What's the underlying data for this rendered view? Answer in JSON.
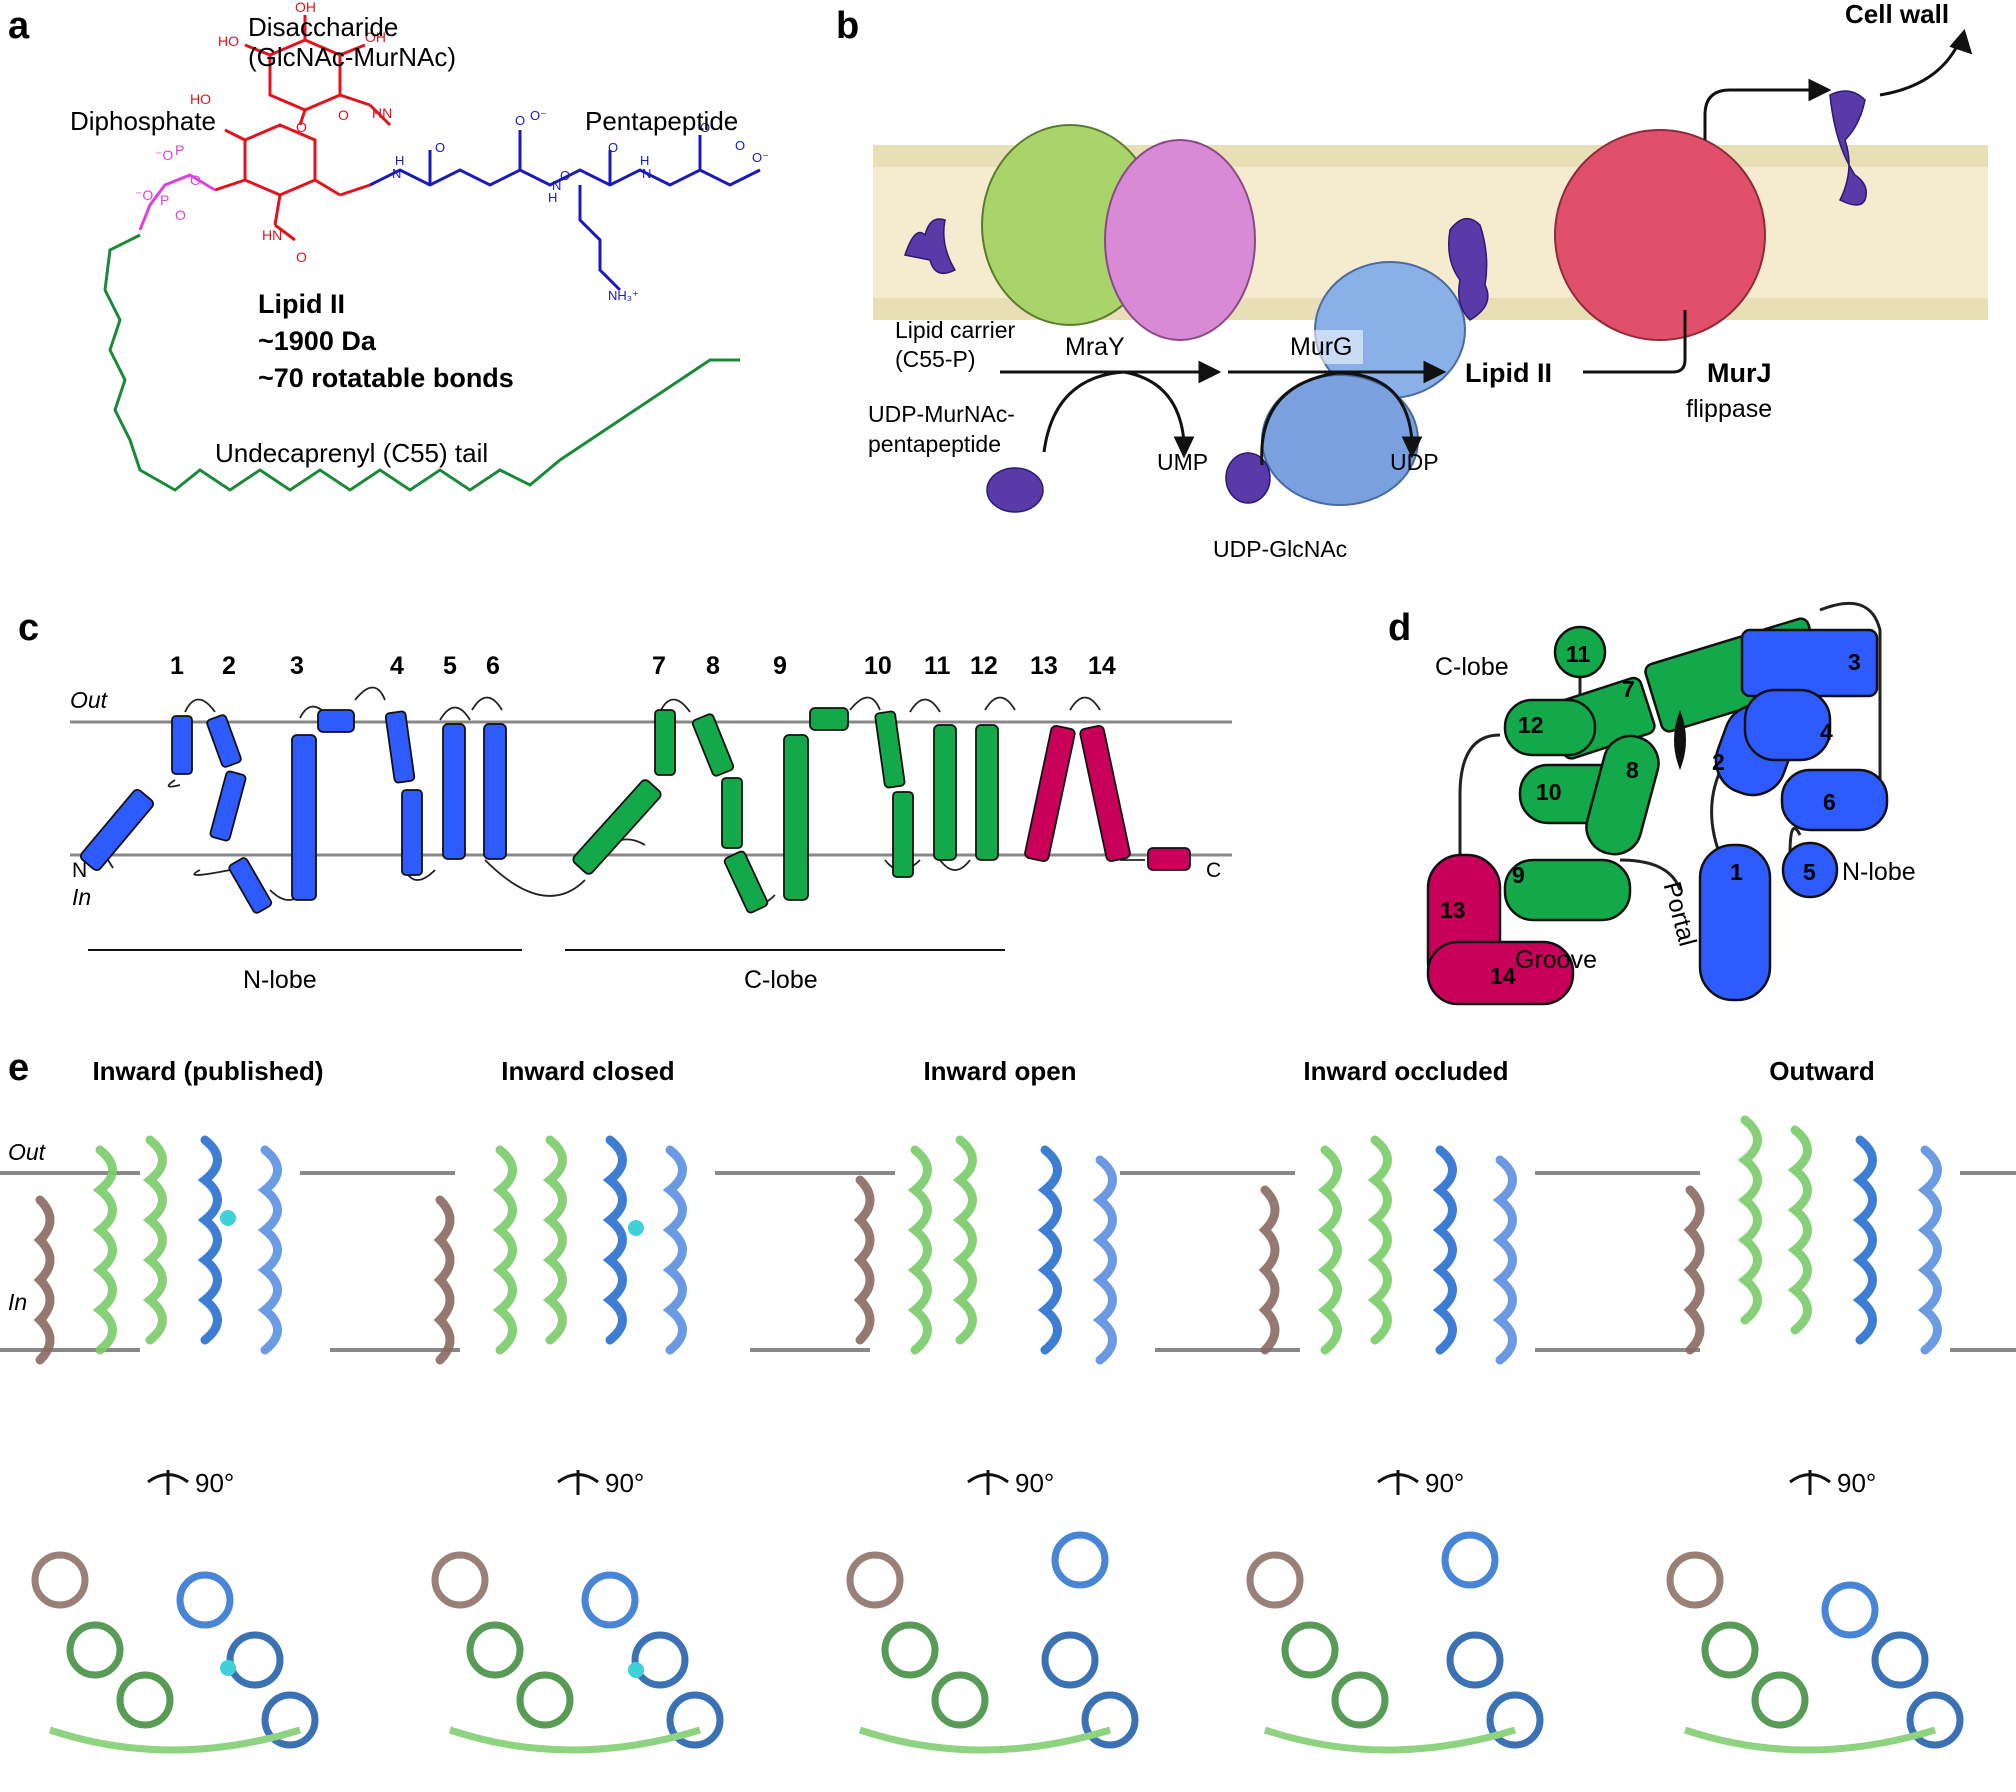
{
  "panel_a": {
    "letter": "a",
    "disaccharide_label": "Disaccharide",
    "disaccharide_sub": "(GlcNAc-MurNAc)",
    "diphosphate": "Diphosphate",
    "pentapeptide": "Pentapeptide",
    "lipid_title": "Lipid II",
    "mass": "~1900 Da",
    "bonds": "~70 rotatable bonds",
    "tail": "Undecaprenyl (C55) tail"
  },
  "panel_b": {
    "letter": "b",
    "cell_wall": "Cell wall",
    "lipid_carrier": "Lipid carrier",
    "lipid_carrier_sub": "(C55-P)",
    "mray": "MraY",
    "murg": "MurG",
    "lipid_ii": "Lipid II",
    "murj": "MurJ",
    "flippase": "flippase",
    "udp_murnac": "UDP-MurNAc-",
    "udp_murnac_sub": "pentapeptide",
    "ump": "UMP",
    "udp": "UDP",
    "udp_glcnac": "UDP-GlcNAc"
  },
  "panel_c": {
    "letter": "c",
    "out": "Out",
    "in": "In",
    "n_term": "N",
    "c_term": "C",
    "n_lobe": "N-lobe",
    "c_lobe": "C-lobe",
    "helix_numbers": [
      "1",
      "2",
      "3",
      "4",
      "5",
      "6",
      "7",
      "8",
      "9",
      "10",
      "11",
      "12",
      "13",
      "14"
    ]
  },
  "panel_d": {
    "letter": "d",
    "c_lobe": "C-lobe",
    "n_lobe": "N-lobe",
    "groove": "Groove",
    "portal": "Portal",
    "helix_numbers": [
      "1",
      "2",
      "3",
      "4",
      "5",
      "6",
      "7",
      "8",
      "9",
      "10",
      "11",
      "12",
      "13",
      "14"
    ]
  },
  "panel_e": {
    "letter": "e",
    "out": "Out",
    "in": "In",
    "rotation": "90°",
    "states": [
      "Inward (published)",
      "Inward closed",
      "Inward open",
      "Inward occluded",
      "Outward"
    ]
  },
  "colors": {
    "n_lobe": "#2e5bff",
    "c_lobe": "#13a84a",
    "tm13_14": "#c8005a",
    "lipid_red": "#e0141e",
    "peptide_blue": "#1a1ab8",
    "phosphate_magenta": "#e040e0",
    "tail_green": "#1a8a3a",
    "membrane": "#f3e9c7",
    "mray_green": "#a8d46a",
    "mray_pink": "#d98ad6",
    "murg_blue": "#8ab0e8",
    "murj_red": "#e0506a",
    "lipid_purple": "#5a3aa8",
    "e_brown": "#8a6a60",
    "e_green": "#7acc6a",
    "e_blue": "#2a70d0"
  }
}
